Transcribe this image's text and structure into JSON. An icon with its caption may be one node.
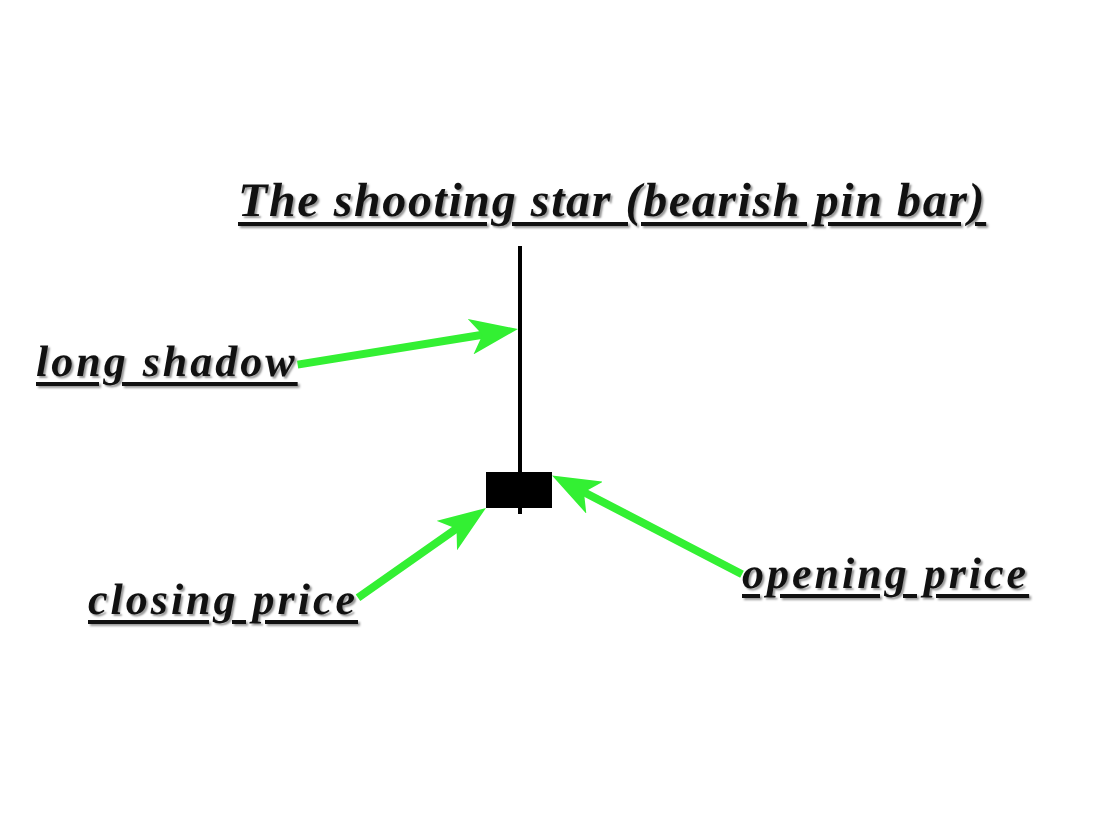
{
  "diagram": {
    "title": "The shooting star (bearish pin bar)",
    "nodes": [
      {
        "text": [
          "long shadow"
        ]
      },
      {
        "text": [],
        "shape": "line"
      },
      {
        "text": [],
        "shape": "box"
      },
      {
        "text": [
          "opening price"
        ]
      },
      {
        "text": [
          "closing price"
        ]
      }
    ],
    "edges": [
      {
        "from": 0,
        "to": 1,
        "arrow": "to"
      },
      {
        "from": 3,
        "to": 2,
        "arrow": "to"
      },
      {
        "from": 4,
        "to": 2,
        "arrow": "to"
      }
    ]
  }
}
